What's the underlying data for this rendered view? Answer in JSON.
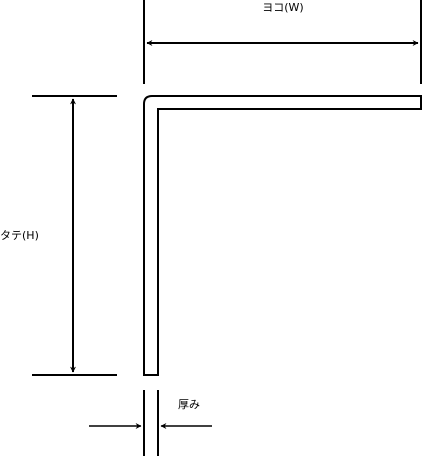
{
  "labels": {
    "width": "ヨコ(W)",
    "height": "タテ(H)",
    "thickness": "厚み"
  },
  "colors": {
    "stroke": "#000000",
    "background": "#ffffff"
  }
}
